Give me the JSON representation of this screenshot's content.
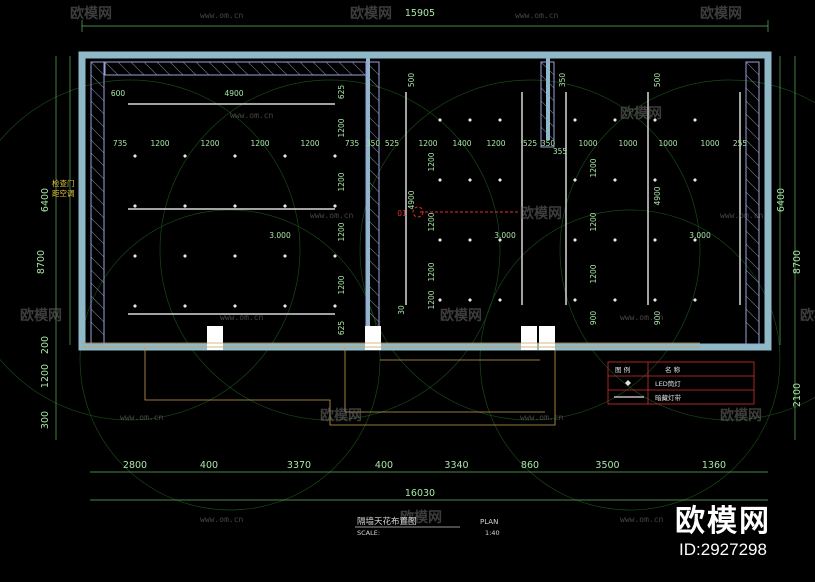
{
  "drawing": {
    "title": "隔墙天花布置图",
    "scale_label": "SCALE:",
    "plan_label": "PLAN",
    "scale_value": "1:40",
    "marker": "01"
  },
  "dims": {
    "top_total": "15905",
    "bottom_total": "16030",
    "bottom_segments": [
      "2800",
      "400",
      "3370",
      "400",
      "3340",
      "860",
      "3500",
      "1360"
    ],
    "left": [
      "6400",
      "8700",
      "1200",
      "300",
      "200"
    ],
    "right": [
      "6400",
      "8700",
      "2100"
    ],
    "row_a": [
      "735",
      "1200",
      "1200",
      "1200",
      "1200",
      "735"
    ],
    "row_b": [
      "350",
      "525",
      "1200",
      "1400",
      "1200",
      "525",
      "350"
    ],
    "row_c": [
      "1000",
      "1000",
      "1000",
      "1000",
      "255",
      "355"
    ],
    "room1_v": [
      "600",
      "4900",
      "625",
      "1200",
      "1200",
      "1200",
      "1200",
      "625"
    ],
    "room2_v": [
      "500",
      "1200",
      "4900",
      "1200",
      "1200",
      "1200",
      "30"
    ],
    "room3_v": [
      "350",
      "500",
      "1200",
      "1200",
      "1200",
      "4900",
      "900",
      "900"
    ],
    "level_height": "3.000",
    "room1_note": [
      "检查门",
      "距空调"
    ]
  },
  "legend": {
    "header_symbol": "图 例",
    "header_name": "名 称",
    "rows": [
      {
        "symbol_icon": "diamond-icon",
        "name": "LED筒灯"
      },
      {
        "symbol_icon": "line-icon",
        "name": "暗藏灯带"
      }
    ]
  },
  "watermark": {
    "url": "www.om.cn",
    "brand": "欧模网"
  },
  "brand": {
    "logo": "欧模网",
    "id": "ID:2927298"
  },
  "colors": {
    "background": "#000000",
    "dimension": "#a8e6a8",
    "wall": "#8fb8c8",
    "truss": "#9aa3d8",
    "red": "#e03030"
  }
}
